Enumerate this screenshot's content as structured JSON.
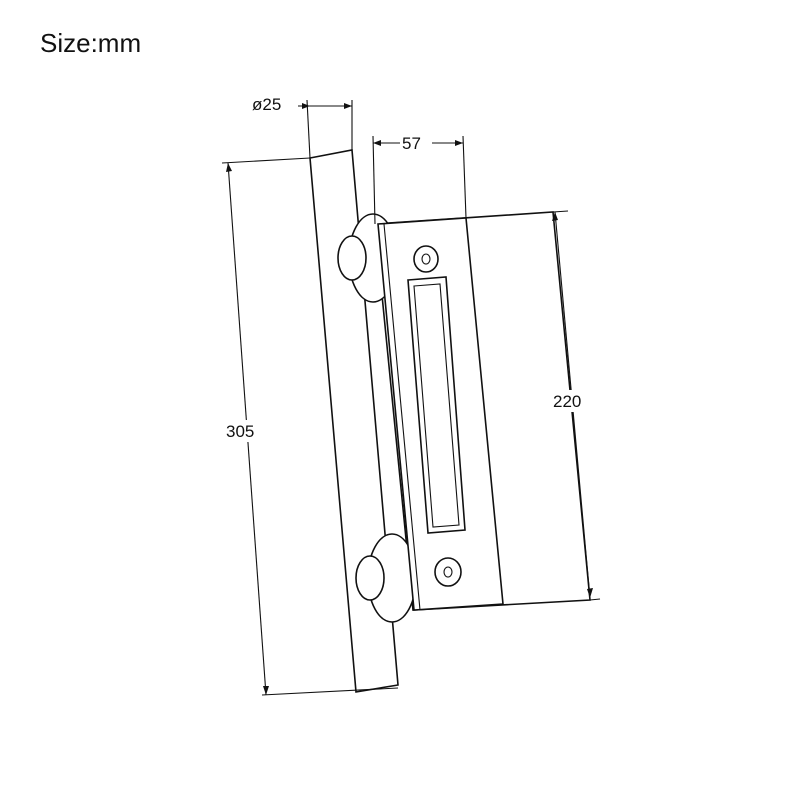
{
  "header": {
    "title": "Size:mm"
  },
  "dimensions": {
    "diameter": "ø25",
    "width": "57",
    "plate_height": "220",
    "total_length": "305"
  },
  "colors": {
    "line": "#111111",
    "background": "#ffffff"
  }
}
